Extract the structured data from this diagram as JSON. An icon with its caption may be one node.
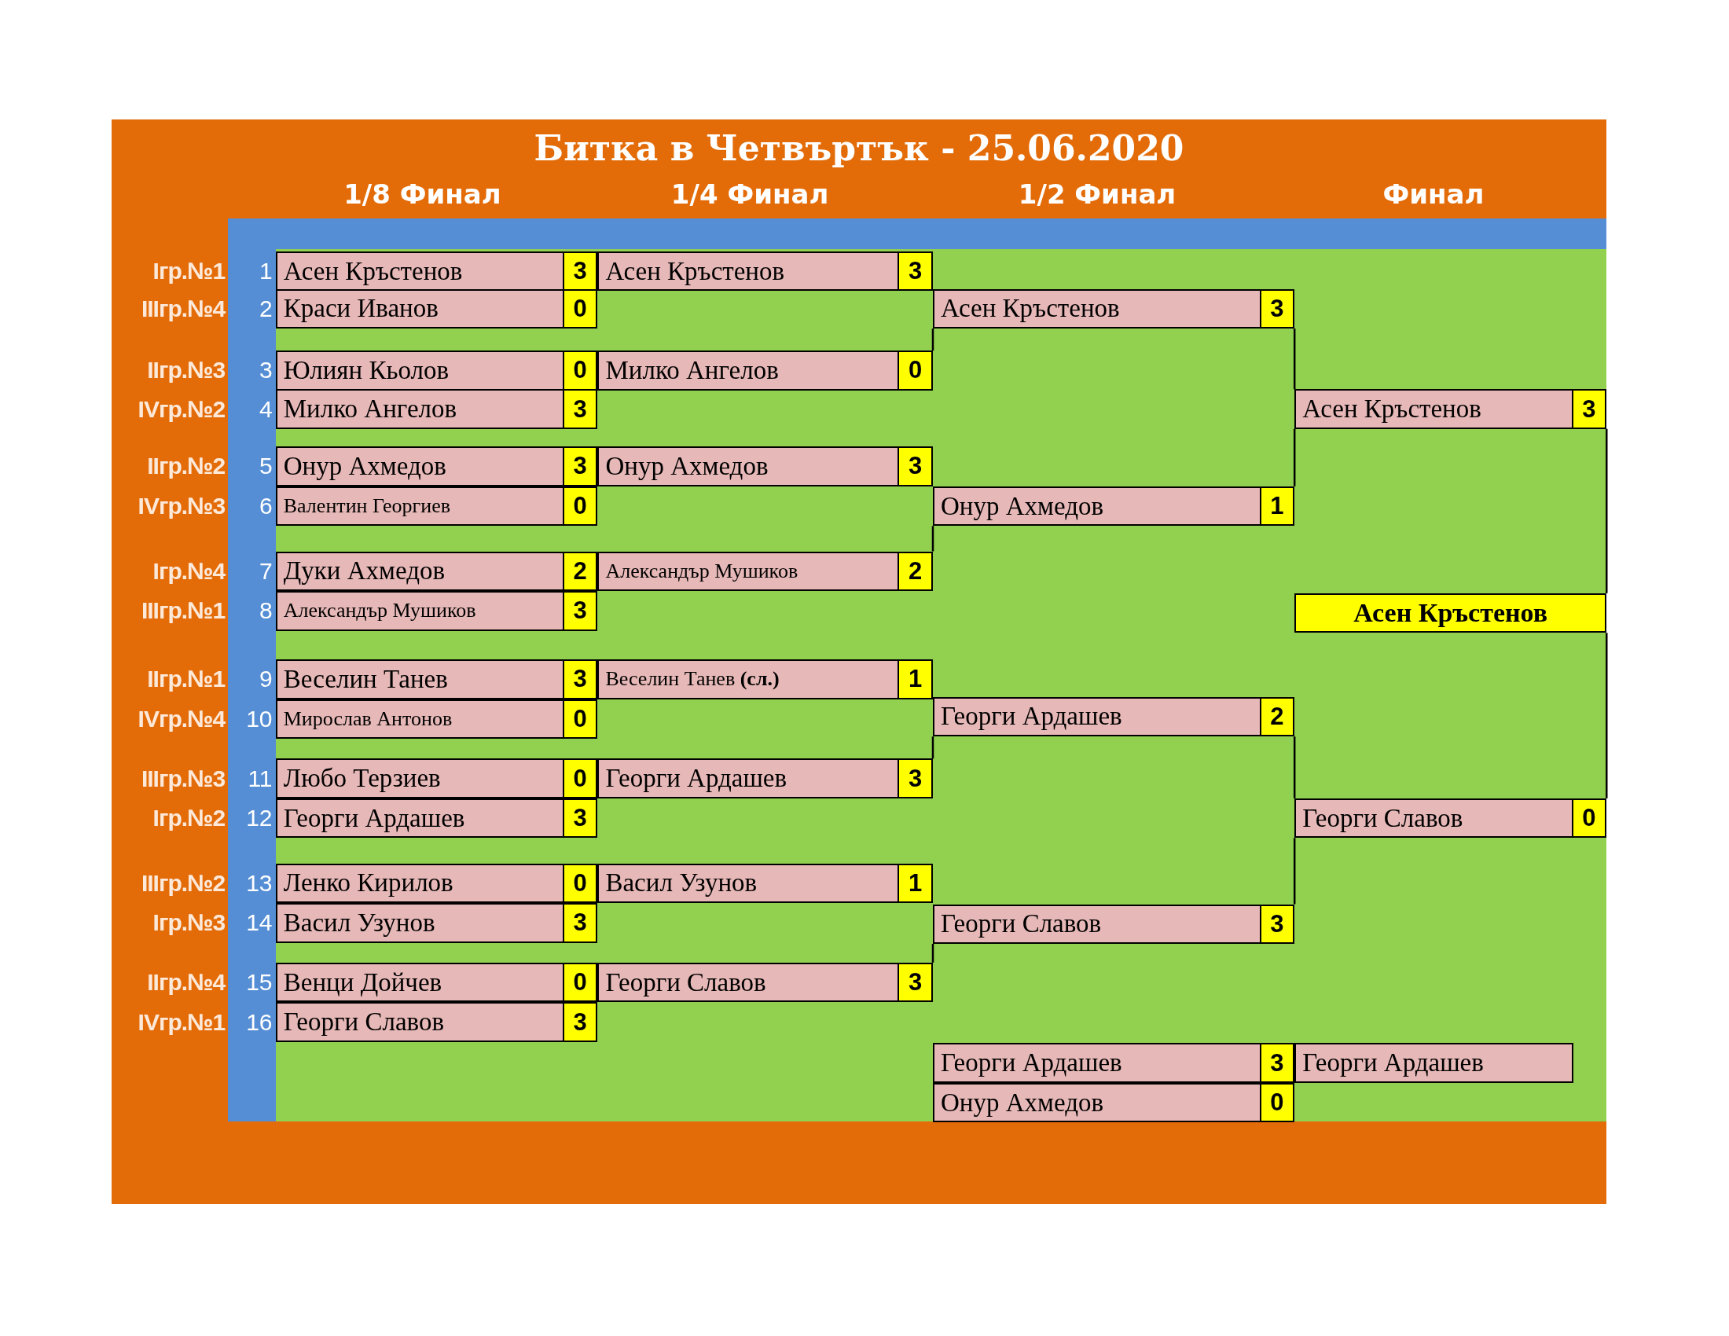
{
  "diagram": {
    "title": "Битка в Четвъртък - 25.06.2020",
    "nodes": [
      {
        "text": [
          "Асен Кръстенов",
          "3"
        ]
      },
      {
        "text": [
          "Краси Иванов",
          "0"
        ]
      },
      {
        "text": [
          "Юлиян Кьолов",
          "0"
        ]
      },
      {
        "text": [
          "Милко Ангелов",
          "3"
        ]
      },
      {
        "text": [
          "Онур Ахмедов",
          "3"
        ]
      },
      {
        "text": [
          "Валентин Георгиев",
          "0"
        ]
      },
      {
        "text": [
          "Дуки Ахмедов",
          "2"
        ]
      },
      {
        "text": [
          "Александър Мушиков",
          "3"
        ]
      },
      {
        "text": [
          "Веселин Танев",
          "3"
        ]
      },
      {
        "text": [
          "Мирослав Антонов",
          "0"
        ]
      },
      {
        "text": [
          "Любо Терзиев",
          "0"
        ]
      },
      {
        "text": [
          "Георги Ардашев",
          "3"
        ]
      },
      {
        "text": [
          "Ленко Кирилов",
          "0"
        ]
      },
      {
        "text": [
          "Васил Узунов",
          "3"
        ]
      },
      {
        "text": [
          "Венци Дойчев",
          "0"
        ]
      },
      {
        "text": [
          "Георги Славов",
          "3"
        ]
      },
      {
        "text": [
          "Асен Кръстенов",
          "3"
        ]
      },
      {
        "text": [
          "Милко Ангелов",
          "0"
        ]
      },
      {
        "text": [
          "Онур Ахмедов",
          "3"
        ]
      },
      {
        "text": [
          "Александър Мушиков",
          "2"
        ]
      },
      {
        "text": [
          "Веселин Танев **(сл.)**",
          "1"
        ]
      },
      {
        "text": [
          "Георги Ардашев",
          "3"
        ]
      },
      {
        "text": [
          "Васил Узунов",
          "1"
        ]
      },
      {
        "text": [
          "Георги Славов",
          "3"
        ]
      },
      {
        "text": [
          "Асен Кръстенов",
          "3"
        ]
      },
      {
        "text": [
          "Онур Ахмедов",
          "1"
        ]
      },
      {
        "text": [
          "Георги Ардашев",
          "2"
        ]
      },
      {
        "text": [
          "Георги Славов",
          "3"
        ]
      },
      {
        "text": [
          "Асен Кръстенов",
          "3"
        ]
      },
      {
        "text": [
          "Георги Славов",
          "0"
        ]
      },
      {
        "text": [
          "Асен Кръстенов"
        ]
      },
      {
        "text": [
          "Георги Ардашев",
          "3"
        ]
      },
      {
        "text": [
          "Онур Ахмедов",
          "0"
        ]
      },
      {
        "text": [
          "Георги Ардашев"
        ]
      }
    ],
    "edges": [
      {
        "from": 17,
        "to": 24,
        "arrow": "none"
      },
      {
        "from": 19,
        "to": 25,
        "arrow": "none"
      },
      {
        "from": 21,
        "to": 26,
        "arrow": "none"
      },
      {
        "from": 23,
        "to": 27,
        "arrow": "none"
      },
      {
        "from": 24,
        "to": 28,
        "arrow": "none"
      },
      {
        "from": 25,
        "to": 28,
        "arrow": "none"
      },
      {
        "from": 26,
        "to": 29,
        "arrow": "none"
      },
      {
        "from": 27,
        "to": 29,
        "arrow": "none"
      },
      {
        "from": 28,
        "to": 30,
        "arrow": "none"
      },
      {
        "from": 29,
        "to": 30,
        "arrow": "none"
      }
    ],
    "labels": [
      "1/8 Финал",
      "1/4 Финал",
      "1/2 Финал",
      "Финал",
      "Iгр.№1",
      "1",
      "IIIгр.№4",
      "2",
      "IIгр.№3",
      "3",
      "IVгр.№2",
      "4",
      "IIгр.№2",
      "5",
      "IVгр.№3",
      "6",
      "Iгр.№4",
      "7",
      "IIIгр.№1",
      "8",
      "IIгр.№1",
      "9",
      "IVгр.№4",
      "10",
      "IIIгр.№3",
      "11",
      "Iгр.№2",
      "12",
      "IIIгр.№2",
      "13",
      "Iгр.№3",
      "14",
      "IIгр.№4",
      "15",
      "IVгр.№1",
      "16"
    ]
  }
}
